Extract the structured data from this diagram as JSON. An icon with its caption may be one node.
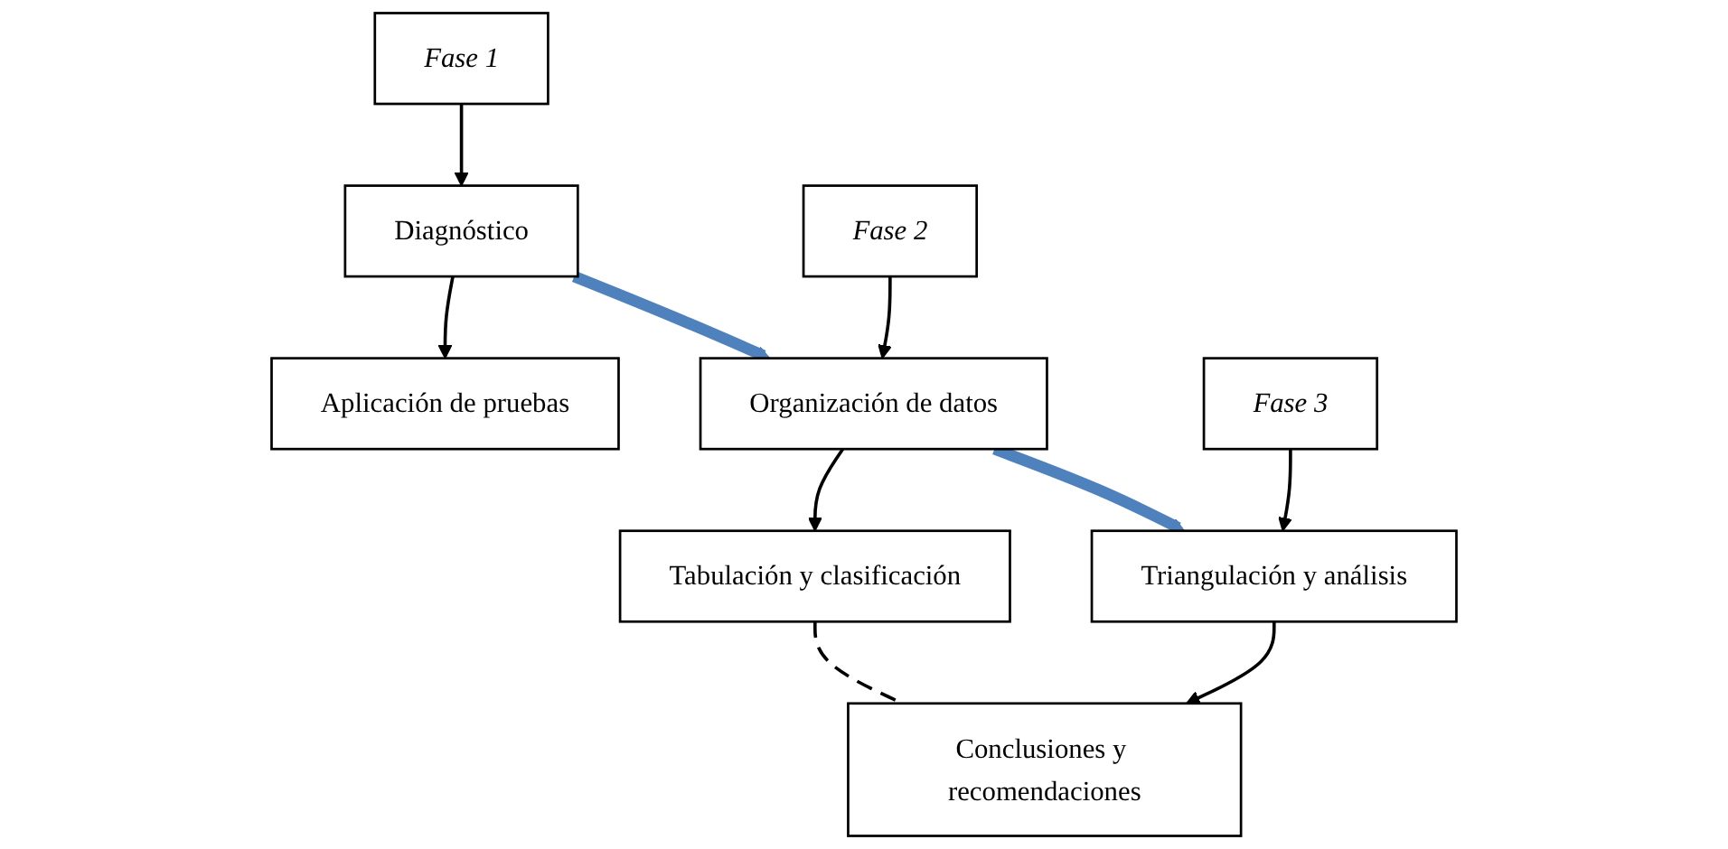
{
  "diagram": {
    "nodes": [
      {
        "text": [
          "Fase 1"
        ]
      },
      {
        "text": [
          "Diagnóstico"
        ]
      },
      {
        "text": [
          "Aplicación de pruebas"
        ]
      },
      {
        "text": [
          "Fase 2"
        ]
      },
      {
        "text": [
          "Organización de datos"
        ]
      },
      {
        "text": [
          "Tabulación y clasificación"
        ]
      },
      {
        "text": [
          "Fase 3"
        ]
      },
      {
        "text": [
          "Triangulación y análisis"
        ]
      },
      {
        "text": [
          "Conclusiones y recomendaciones"
        ]
      }
    ],
    "edges": [
      {
        "from": 0,
        "to": 1,
        "arrow": "to"
      },
      {
        "from": 1,
        "to": 2,
        "arrow": "to"
      },
      {
        "from": 1,
        "to": 4,
        "arrow": "to",
        "style": "thick",
        "color": "#4f81bd"
      },
      {
        "from": 3,
        "to": 4,
        "arrow": "to"
      },
      {
        "from": 4,
        "to": 5,
        "arrow": "to"
      },
      {
        "from": 4,
        "to": 7,
        "arrow": "to",
        "style": "thick",
        "color": "#4f81bd"
      },
      {
        "from": 6,
        "to": 7,
        "arrow": "to"
      },
      {
        "from": 7,
        "to": 8,
        "arrow": "to"
      },
      {
        "from": 5,
        "to": 8,
        "arrow": "none",
        "style": "dashed"
      }
    ]
  }
}
